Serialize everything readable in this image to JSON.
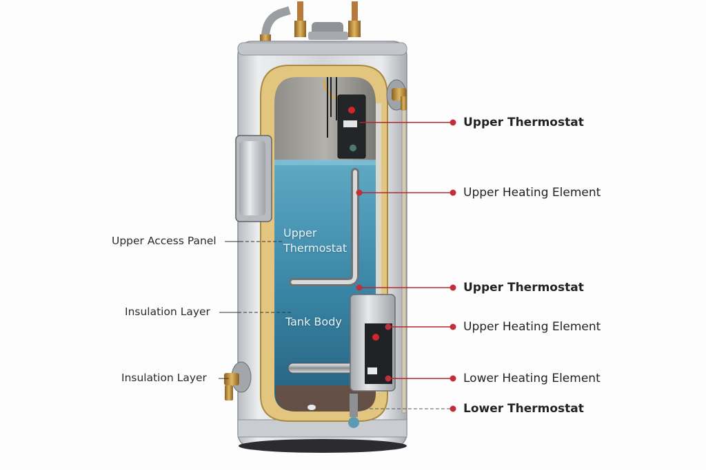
{
  "diagram": {
    "subject": "Electric water heater cutaway",
    "colors": {
      "leader_line": "#b3262e",
      "leader_dot": "#c0303a",
      "tank_shell": "#d7d9dc",
      "insulation": "#e2c57e",
      "water": "#2f7c9c",
      "brass": "#b8893c",
      "background": "#fdfdfd"
    },
    "right_labels": [
      {
        "text": "Upper Thermostat",
        "weight": "bold"
      },
      {
        "text": "Upper Heating Element",
        "weight": "normal"
      },
      {
        "text": "Upper Thermostat",
        "weight": "bold"
      },
      {
        "text": "Upper Heating Element",
        "weight": "normal"
      },
      {
        "text": "Lower Heating Element",
        "weight": "normal"
      },
      {
        "text": "Lower Thermostat",
        "weight": "bold"
      }
    ],
    "left_labels": [
      {
        "text": "Upper Access Panel"
      },
      {
        "text": "Insulation Layer"
      },
      {
        "text": "Insulation Layer"
      }
    ],
    "inside_labels": [
      {
        "text": "Upper\nThermostat",
        "line1": "Upper",
        "line2": "Thermostat"
      },
      {
        "text": "Tank Body"
      }
    ]
  }
}
